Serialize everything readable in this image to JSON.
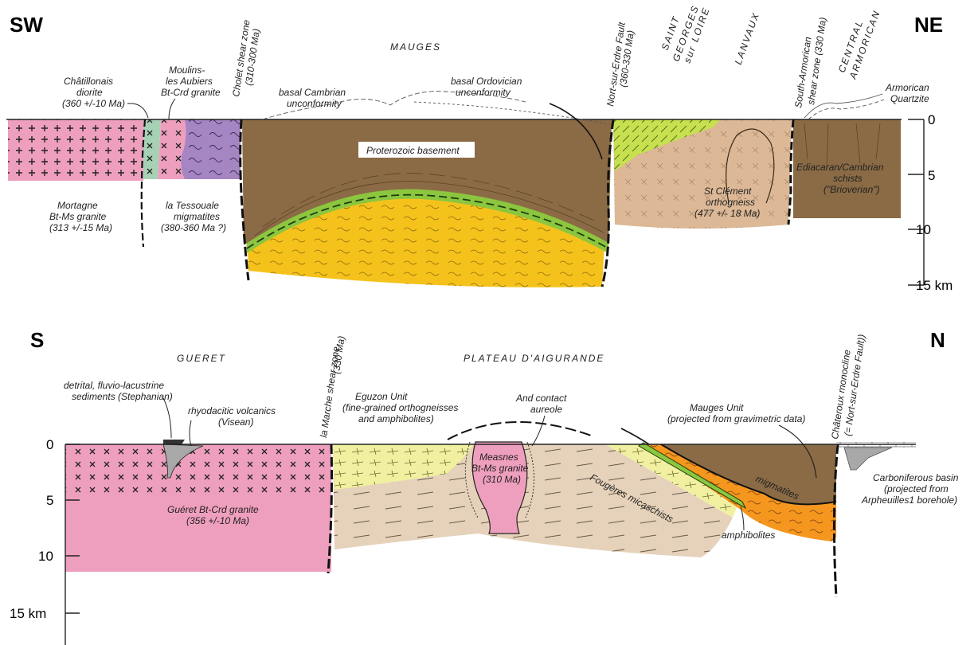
{
  "colors": {
    "pink_granite": "#ef9fbe",
    "purple_migmatite": "#a585c2",
    "teal_diorite": "#a7d1b4",
    "brown_basement": "#8b6b45",
    "green_layer": "#8cc63f",
    "yellow_layer": "#f5c21b",
    "lime_stgeorges": "#c7e04f",
    "tan_orthogneiss": "#dcb896",
    "light_tan_micaschist": "#e6d2ba",
    "pale_yellow_eguzon": "#f0f0a0",
    "orange_migmatite": "#f5961e",
    "grey_volcanics": "#a8a8a8"
  },
  "top": {
    "corner_left": "SW",
    "corner_right": "NE",
    "region_mauges": "MAUGES",
    "region_stgeorges_1": "SAINT",
    "region_stgeorges_2": "GEORGES",
    "region_stgeorges_3": "sur LOIRE",
    "region_lanvaux": "LANVAUX",
    "region_central_1": "CENTRAL",
    "region_central_2": "ARMORICAN",
    "cholet_1": "Cholet shear zone",
    "cholet_2": "(310-300 Ma)",
    "nort_1": "Nort-sur-Erdre Fault",
    "nort_2": "(360-330 Ma)",
    "sasz_1": "South-Armorican",
    "sasz_2": "shear zone (330 Ma)",
    "chatillonais_1": "Châtillonais",
    "chatillonais_2": "diorite",
    "chatillonais_3": "(360 +/-10 Ma)",
    "moulins_1": "Moulins-",
    "moulins_2": "les Aubiers",
    "moulins_3": "Bt-Crd granite",
    "mortagne_1": "Mortagne",
    "mortagne_2": "Bt-Ms granite",
    "mortagne_3": "(313 +/-15 Ma)",
    "tessouale_1": "la Tessouale",
    "tessouale_2": "migmatites",
    "tessouale_3": "(380-360 Ma ?)",
    "cambrian_1": "basal Cambrian",
    "cambrian_2": "unconformity",
    "ordovician_1": "basal Ordovician",
    "ordovician_2": "unconformity",
    "armorican_1": "Armorican",
    "armorican_2": "Quartzite",
    "proterozoic": "Proterozoic basement",
    "stclement_1": "St Clément",
    "stclement_2": "orthogneiss",
    "stclement_3": "(477 +/- 18 Ma)",
    "ediacaran_1": "Ediacaran/Cambrian",
    "ediacaran_2": "schists",
    "ediacaran_3": "(\"Brioverian\")",
    "depth_ticks": [
      "0",
      "5",
      "10",
      "15 km"
    ]
  },
  "bottom": {
    "corner_left": "S",
    "corner_right": "N",
    "region_gueret": "GUERET",
    "region_plateau": "PLATEAU D'AIGURANDE",
    "detrital_1": "detrital, fluvio-lacustrine",
    "detrital_2": "sediments (Stephanian)",
    "rhyo_1": "rhyodacitic volcanics",
    "rhyo_2": "(Visean)",
    "marche_1": "la Marche shear zone",
    "marche_2": "(330 Ma)",
    "eguzon_1": "Eguzon Unit",
    "eguzon_2": "(fine-grained orthogneisses",
    "eguzon_3": "and amphibolites)",
    "contact_1": "And contact",
    "contact_2": "aureole",
    "mauges_unit_1": "Mauges Unit",
    "mauges_unit_2": "(projected from gravimetric data)",
    "chateauroux_1": "Châteroux monocline",
    "chateauroux_2": "(= Nort-sur-Erdre Fault))",
    "measnes_1": "Measnes",
    "measnes_2": "Bt-Ms granite",
    "measnes_3": "(310 Ma)",
    "fougeres": "Fougères micaschists",
    "migmatites": "migmatites",
    "gueret_granite_1": "Guéret Bt-Crd granite",
    "gueret_granite_2": "(356 +/-10 Ma)",
    "amphibolites": "amphibolites",
    "carbon_1": "Carboniferous basin",
    "carbon_2": "(projected from",
    "carbon_3": "Arpheuilles1 borehole)",
    "depth_ticks": [
      "0",
      "5",
      "10",
      "15 km"
    ]
  }
}
